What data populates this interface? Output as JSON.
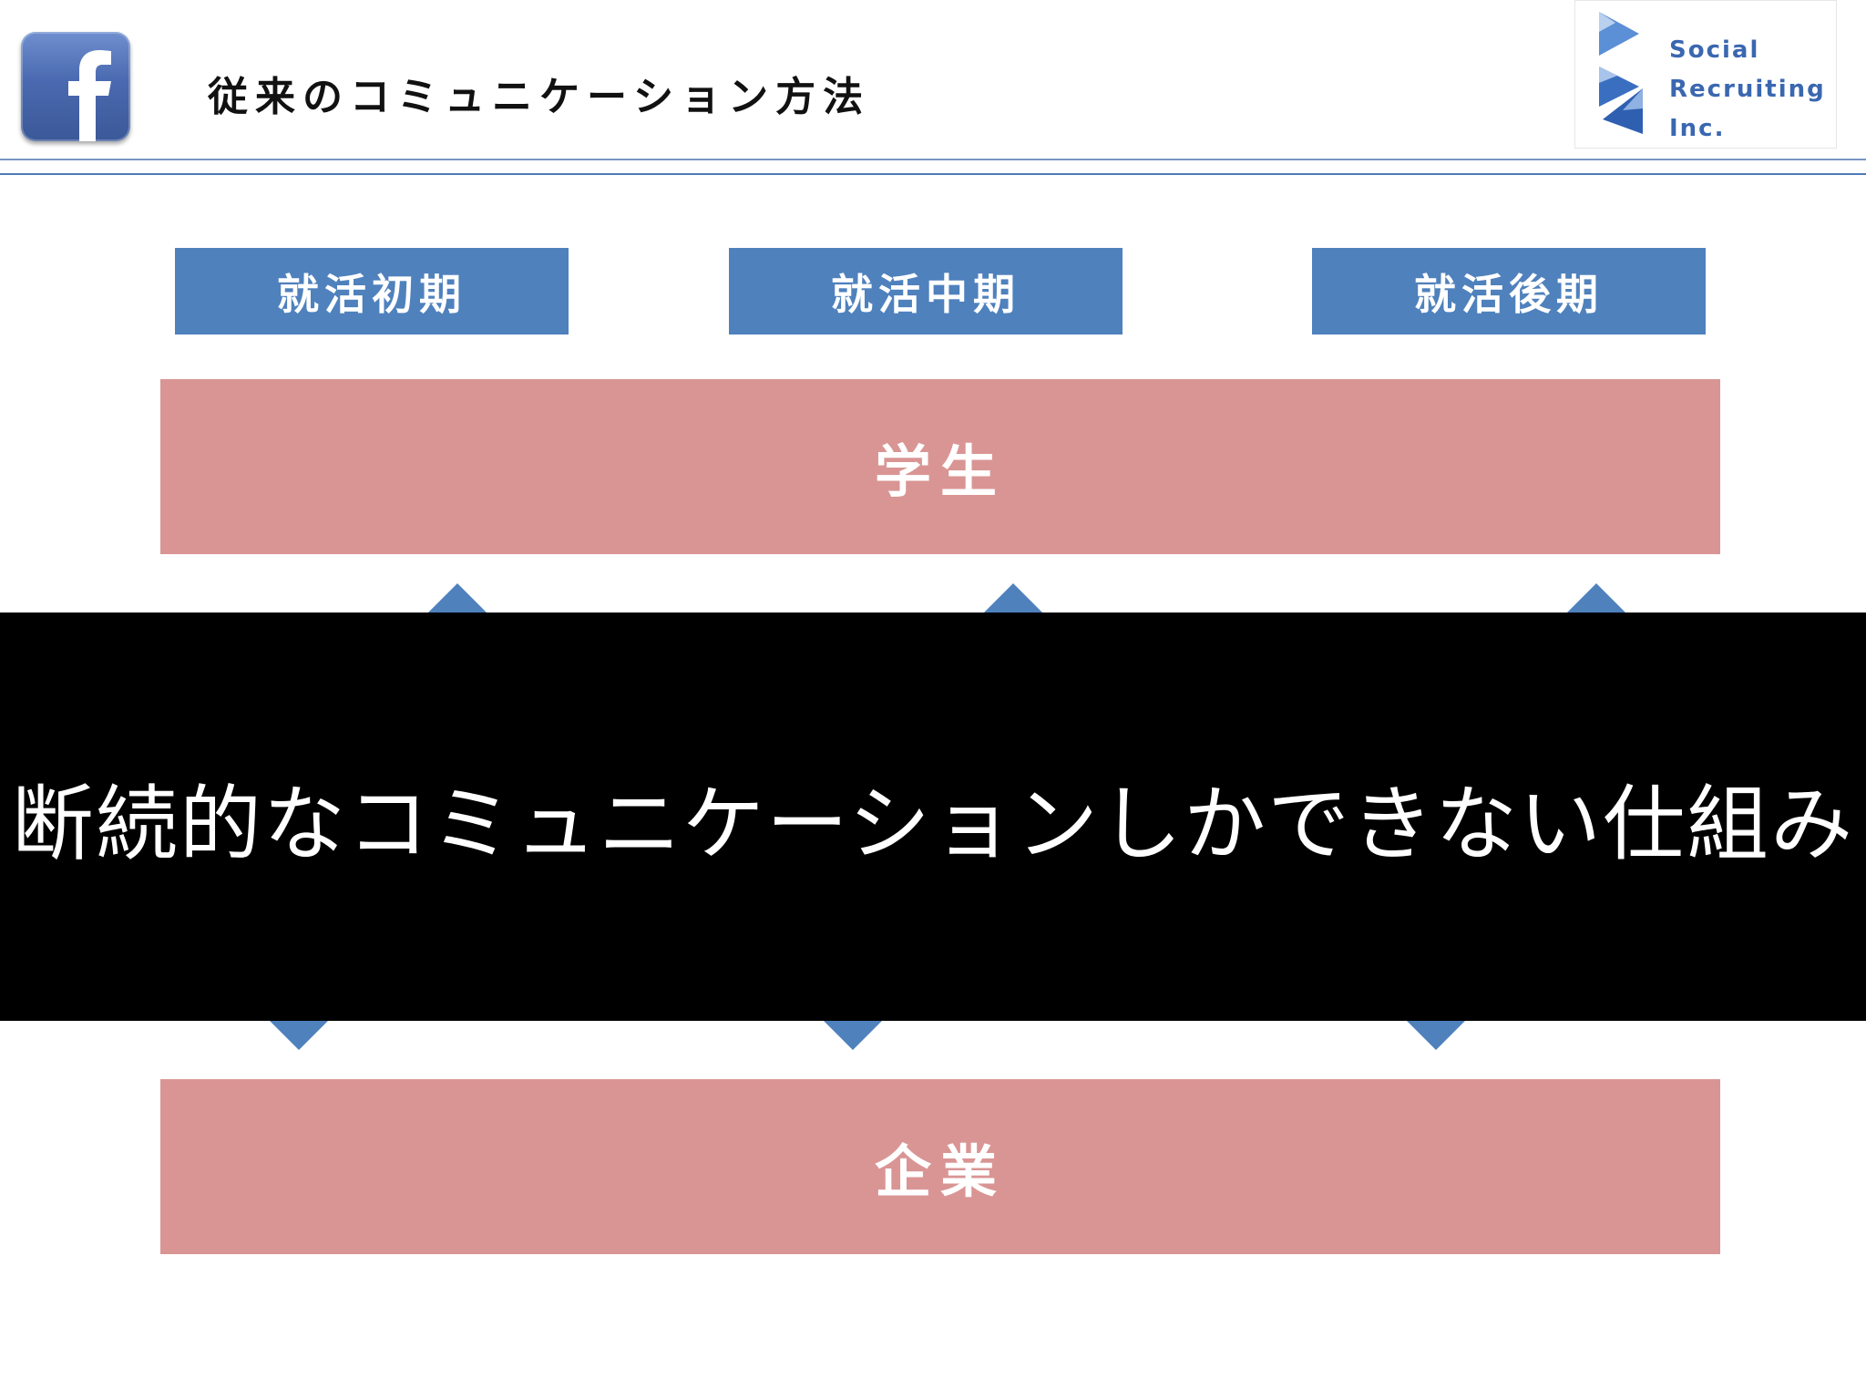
{
  "header": {
    "title": "従来のコミュニケーション方法",
    "facebook_logo_icon": "facebook-logo-icon",
    "company_logo": {
      "icon": "company-triangles-logo-icon",
      "lines": [
        "Social",
        "Recruiting",
        "Inc."
      ]
    }
  },
  "phases": [
    "就活初期",
    "就活中期",
    "就活後期"
  ],
  "entities": {
    "student": "学生",
    "company": "企業"
  },
  "colors": {
    "phase_blue": "#4f81bd",
    "entity_pink": "#d99594",
    "overlay_black": "#000000",
    "logo_text_blue": "#3a67b0"
  },
  "caption": "断続的なコミュニケーションしかできない仕組み"
}
